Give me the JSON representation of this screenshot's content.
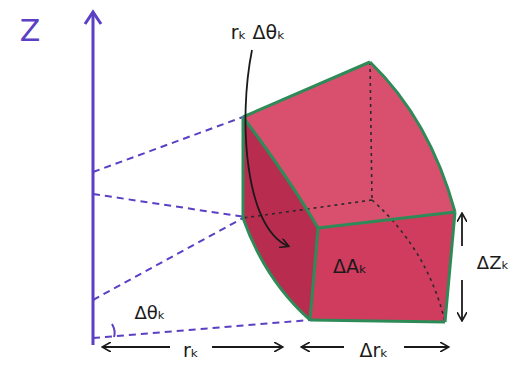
{
  "diagram": {
    "labels": [
      "Z",
      "rₖ Δθₖ",
      "ΔAₖ",
      "ΔZₖ",
      "Δθₖ",
      "rₖ",
      "Δrₖ"
    ]
  }
}
